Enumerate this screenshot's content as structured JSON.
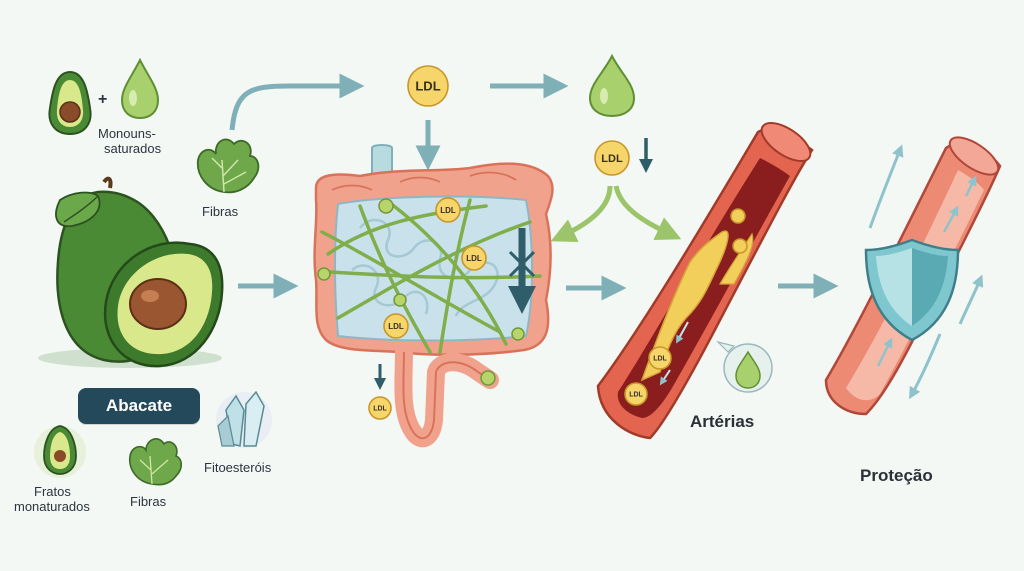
{
  "labels": {
    "monounsaturated_line1": "Monouns-",
    "monounsaturated_line2": "saturados",
    "fibras_top": "Fibras",
    "abacate": "Abacate",
    "fratos_line1": "Fratos",
    "fratos_line2": "monaturados",
    "fibras_bottom": "Fibras",
    "fitoesterois": "Fitoesteróis",
    "arterias": "Artérias",
    "protecao": "Proteção",
    "plus": "+",
    "ldl": "LDL"
  },
  "icons": [
    "avocado-half-icon",
    "oil-droplet-icon",
    "spinach-leaf-icon",
    "crystal-icon",
    "shield-icon",
    "blocked-arrow-icon"
  ],
  "colors": {
    "background": "#f4f8f4",
    "arrow": "#7fb0b8",
    "ldl_fill": "#f6d66a",
    "avocado_dark": "#3d7a2c",
    "avocado_flesh": "#d8e88a",
    "artery": "#e4654f",
    "plaque": "#f2cf5a",
    "intestine": "#f1a28d",
    "fiber": "#7fae4a",
    "badge": "#24495a",
    "shield": "#7fc7cf"
  }
}
